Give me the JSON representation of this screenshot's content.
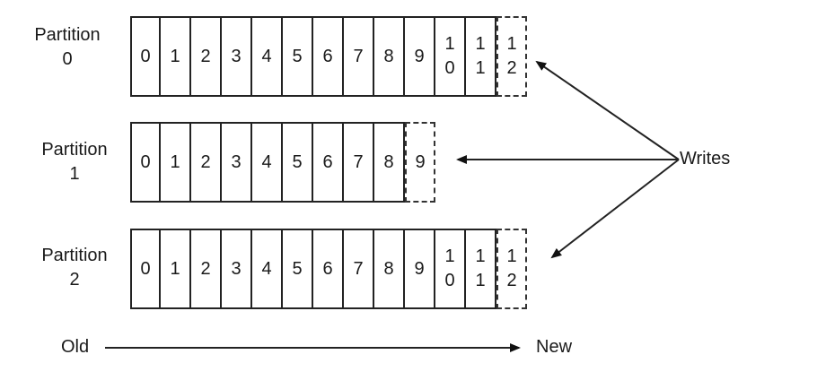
{
  "diagram": {
    "partitions": [
      {
        "label_line1": "Partition",
        "label_line2": "0",
        "offsets": [
          "0",
          "1",
          "2",
          "3",
          "4",
          "5",
          "6",
          "7",
          "8",
          "9",
          "1\n0",
          "1\n1"
        ],
        "next_write_offset": "1\n2"
      },
      {
        "label_line1": "Partition",
        "label_line2": "1",
        "offsets": [
          "0",
          "1",
          "2",
          "3",
          "4",
          "5",
          "6",
          "7",
          "8"
        ],
        "next_write_offset": "9"
      },
      {
        "label_line1": "Partition",
        "label_line2": "2",
        "offsets": [
          "0",
          "1",
          "2",
          "3",
          "4",
          "5",
          "6",
          "7",
          "8",
          "9",
          "1\n0",
          "1\n1"
        ],
        "next_write_offset": "1\n2"
      }
    ],
    "writes_label": "Writes",
    "timeline": {
      "start_label": "Old",
      "end_label": "New"
    },
    "colors": {
      "stroke": "#222222",
      "background": "#ffffff"
    }
  }
}
